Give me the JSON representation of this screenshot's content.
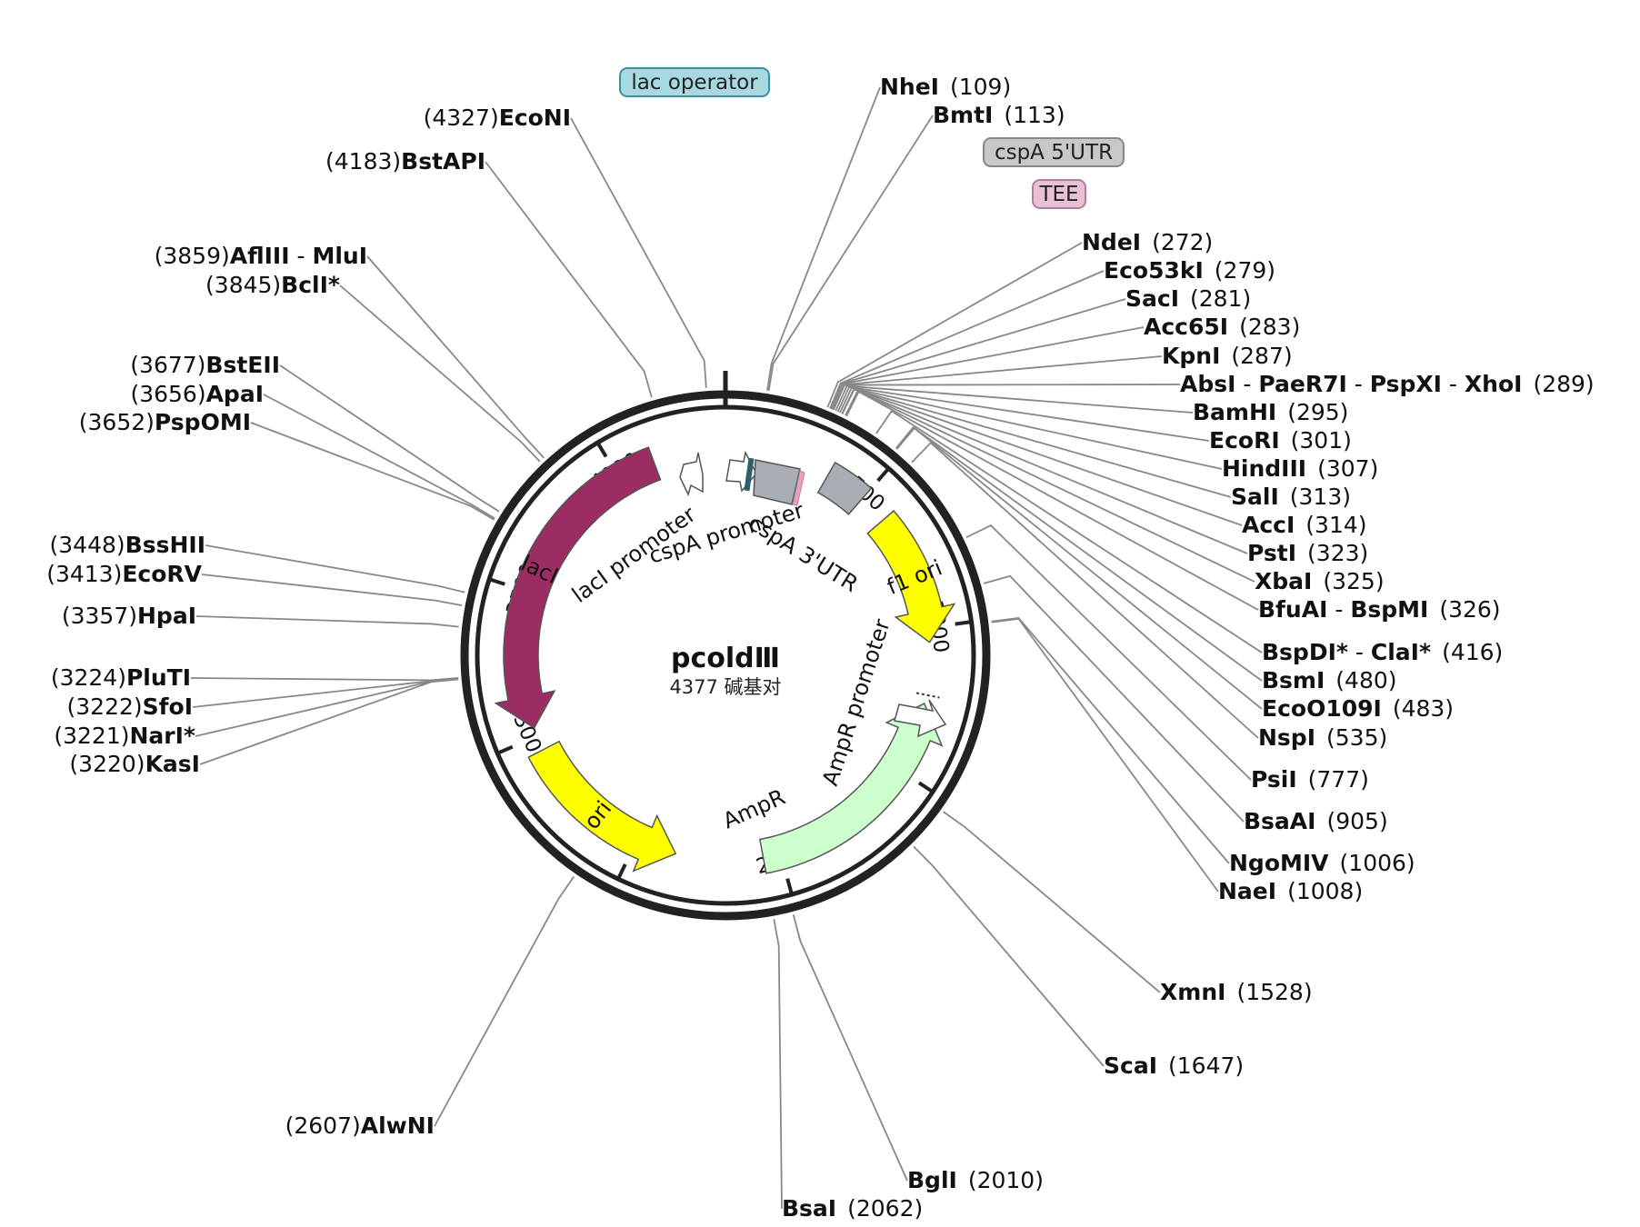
{
  "plasmid": {
    "name": "pcoldⅢ",
    "length": 4377,
    "size_label": "4377 碱基对"
  },
  "colors": {
    "lacI": "#9b2d62",
    "f1_ori": "#ffff00",
    "ori": "#ffff00",
    "AmpR": "#ccffcc",
    "cspA_UTR": "#a9adb4",
    "lac_operator": "#a8d8e0",
    "lac_operator_border": "#3a8fa0",
    "cspA_5UTR": "#c8c8c8",
    "TEE": "#e8c0d4",
    "TEE_border": "#b0809a"
  },
  "ticks": [
    500,
    1000,
    1500,
    2000,
    2500,
    3000,
    3500,
    4000
  ],
  "features": [
    {
      "name": "lacI",
      "start": 3030,
      "end": 4130,
      "dir": "ccw",
      "ring": "outer",
      "color": "#9b2d62",
      "text_color": "#ffffff",
      "label_inside": true
    },
    {
      "name": "f1 ori",
      "start": 600,
      "end": 1050,
      "dir": "cw",
      "ring": "outer",
      "color": "#ffff00",
      "text_color": "#111111",
      "label_inside": true
    },
    {
      "name": "ori",
      "start": 2360,
      "end": 2950,
      "dir": "ccw",
      "ring": "outer",
      "color": "#ffff00",
      "text_color": "#111111",
      "label_inside": true
    },
    {
      "name": "AmpR",
      "start": 1260,
      "end": 2060,
      "dir": "ccw",
      "ring": "outer",
      "color": "#ccffcc",
      "text_color": "#111111",
      "label_inside": false
    },
    {
      "name": "cspA 3'UTR",
      "start": 360,
      "end": 500,
      "dir": "none",
      "ring": "outer",
      "color": "#a9adb4",
      "text_color": "#111111",
      "label_inside": false
    }
  ],
  "feature_labels": [
    {
      "text": "lacI promoter"
    },
    {
      "text": "cspA promoter"
    },
    {
      "text": "cspA 3'UTR"
    },
    {
      "text": "AmpR promoter"
    },
    {
      "text": "AmpR"
    }
  ],
  "boxed_labels": [
    {
      "text": "lac operator",
      "fill": "#a8d8e0",
      "stroke": "#3a8fa0",
      "pos": 20
    },
    {
      "text": "cspA 5'UTR",
      "fill": "#c8c8c8",
      "stroke": "#888888",
      "pos": 150
    },
    {
      "text": "TEE",
      "fill": "#e8c0d4",
      "stroke": "#b0809a",
      "pos": 230
    }
  ],
  "sites": [
    {
      "name": "NheI",
      "pos": "(109)",
      "side": "right"
    },
    {
      "name": "BmtI",
      "pos": "(113)",
      "side": "right"
    },
    {
      "name": "NdeI",
      "pos": "(272)",
      "side": "right"
    },
    {
      "name": "Eco53kI",
      "pos": "(279)",
      "side": "right"
    },
    {
      "name": "SacI",
      "pos": "(281)",
      "side": "right"
    },
    {
      "name": "Acc65I",
      "pos": "(283)",
      "side": "right"
    },
    {
      "name": "KpnI",
      "pos": "(287)",
      "side": "right"
    },
    {
      "name": "AbsI - PaeR7I - PspXI - XhoI",
      "pos": "(289)",
      "side": "right"
    },
    {
      "name": "BamHI",
      "pos": "(295)",
      "side": "right"
    },
    {
      "name": "EcoRI",
      "pos": "(301)",
      "side": "right"
    },
    {
      "name": "HindIII",
      "pos": "(307)",
      "side": "right"
    },
    {
      "name": "SalI",
      "pos": "(313)",
      "side": "right"
    },
    {
      "name": "AccI",
      "pos": "(314)",
      "side": "right"
    },
    {
      "name": "PstI",
      "pos": "(323)",
      "side": "right"
    },
    {
      "name": "XbaI",
      "pos": "(325)",
      "side": "right"
    },
    {
      "name": "BfuAI - BspMI",
      "pos": "(326)",
      "side": "right"
    },
    {
      "name": "BspDI* - ClaI*",
      "pos": "(416)",
      "side": "right"
    },
    {
      "name": "BsmI",
      "pos": "(480)",
      "side": "right"
    },
    {
      "name": "EcoO109I",
      "pos": "(483)",
      "side": "right"
    },
    {
      "name": "NspI",
      "pos": "(535)",
      "side": "right"
    },
    {
      "name": "PsiI",
      "pos": "(777)",
      "side": "right"
    },
    {
      "name": "BsaAI",
      "pos": "(905)",
      "side": "right"
    },
    {
      "name": "NgoMIV",
      "pos": "(1006)",
      "side": "right"
    },
    {
      "name": "NaeI",
      "pos": "(1008)",
      "side": "right"
    },
    {
      "name": "XmnI",
      "pos": "(1528)",
      "side": "right"
    },
    {
      "name": "ScaI",
      "pos": "(1647)",
      "side": "right"
    },
    {
      "name": "BglI",
      "pos": "(2010)",
      "side": "right"
    },
    {
      "name": "BsaI",
      "pos": "(2062)",
      "side": "right"
    },
    {
      "name": "AlwNI",
      "pos": "(2607)",
      "side": "left"
    },
    {
      "name": "KasI",
      "pos": "(3220)",
      "side": "left"
    },
    {
      "name": "NarI*",
      "pos": "(3221)",
      "side": "left"
    },
    {
      "name": "SfoI",
      "pos": "(3222)",
      "side": "left"
    },
    {
      "name": "PluTI",
      "pos": "(3224)",
      "side": "left"
    },
    {
      "name": "HpaI",
      "pos": "(3357)",
      "side": "left"
    },
    {
      "name": "EcoRV",
      "pos": "(3413)",
      "side": "left"
    },
    {
      "name": "BssHII",
      "pos": "(3448)",
      "side": "left"
    },
    {
      "name": "PspOMI",
      "pos": "(3652)",
      "side": "left"
    },
    {
      "name": "ApaI",
      "pos": "(3656)",
      "side": "left"
    },
    {
      "name": "BstEII",
      "pos": "(3677)",
      "side": "left"
    },
    {
      "name": "BclI*",
      "pos": "(3845)",
      "side": "left"
    },
    {
      "name": "AflIII - MluI",
      "pos": "(3859)",
      "side": "left"
    },
    {
      "name": "BstAPI",
      "pos": "(4183)",
      "side": "left"
    },
    {
      "name": "EcoNI",
      "pos": "(4327)",
      "side": "left"
    }
  ]
}
